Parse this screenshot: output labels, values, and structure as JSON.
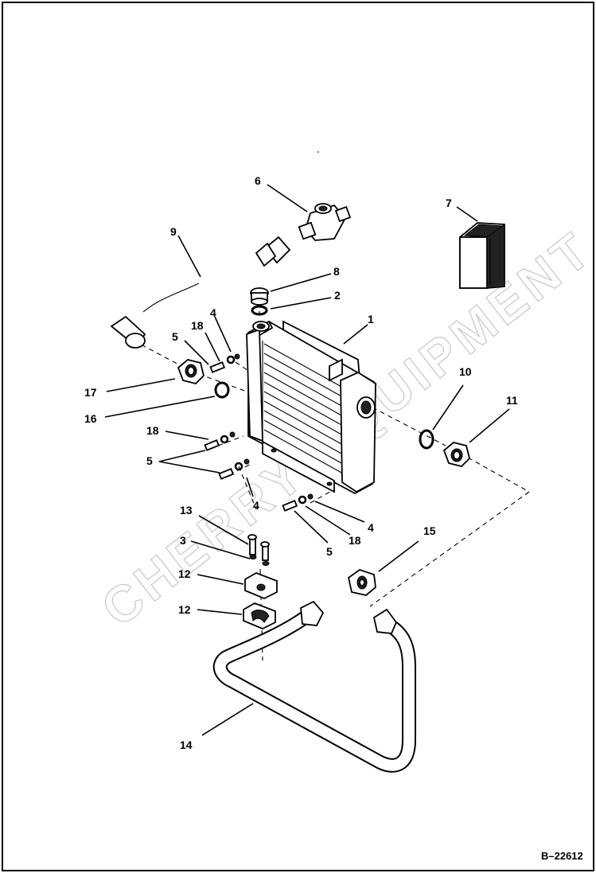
{
  "diagram": {
    "watermark": "CHERRY EQUIPMENT",
    "figure_code": "B–22612",
    "callouts": [
      {
        "id": "c1",
        "text": "1"
      },
      {
        "id": "c2",
        "text": "2"
      },
      {
        "id": "c3",
        "text": "3"
      },
      {
        "id": "c4a",
        "text": "4"
      },
      {
        "id": "c4b",
        "text": "4"
      },
      {
        "id": "c4c",
        "text": "4"
      },
      {
        "id": "c5a",
        "text": "5"
      },
      {
        "id": "c5b",
        "text": "5"
      },
      {
        "id": "c5c",
        "text": "5"
      },
      {
        "id": "c6",
        "text": "6"
      },
      {
        "id": "c7",
        "text": "7"
      },
      {
        "id": "c8",
        "text": "8"
      },
      {
        "id": "c9",
        "text": "9"
      },
      {
        "id": "c10",
        "text": "10"
      },
      {
        "id": "c11",
        "text": "11"
      },
      {
        "id": "c12a",
        "text": "12"
      },
      {
        "id": "c12b",
        "text": "12"
      },
      {
        "id": "c13",
        "text": "13"
      },
      {
        "id": "c14",
        "text": "14"
      },
      {
        "id": "c15",
        "text": "15"
      },
      {
        "id": "c16",
        "text": "16"
      },
      {
        "id": "c17",
        "text": "17"
      },
      {
        "id": "c18a",
        "text": "18"
      },
      {
        "id": "c18b",
        "text": "18"
      },
      {
        "id": "c18c",
        "text": "18"
      }
    ]
  }
}
